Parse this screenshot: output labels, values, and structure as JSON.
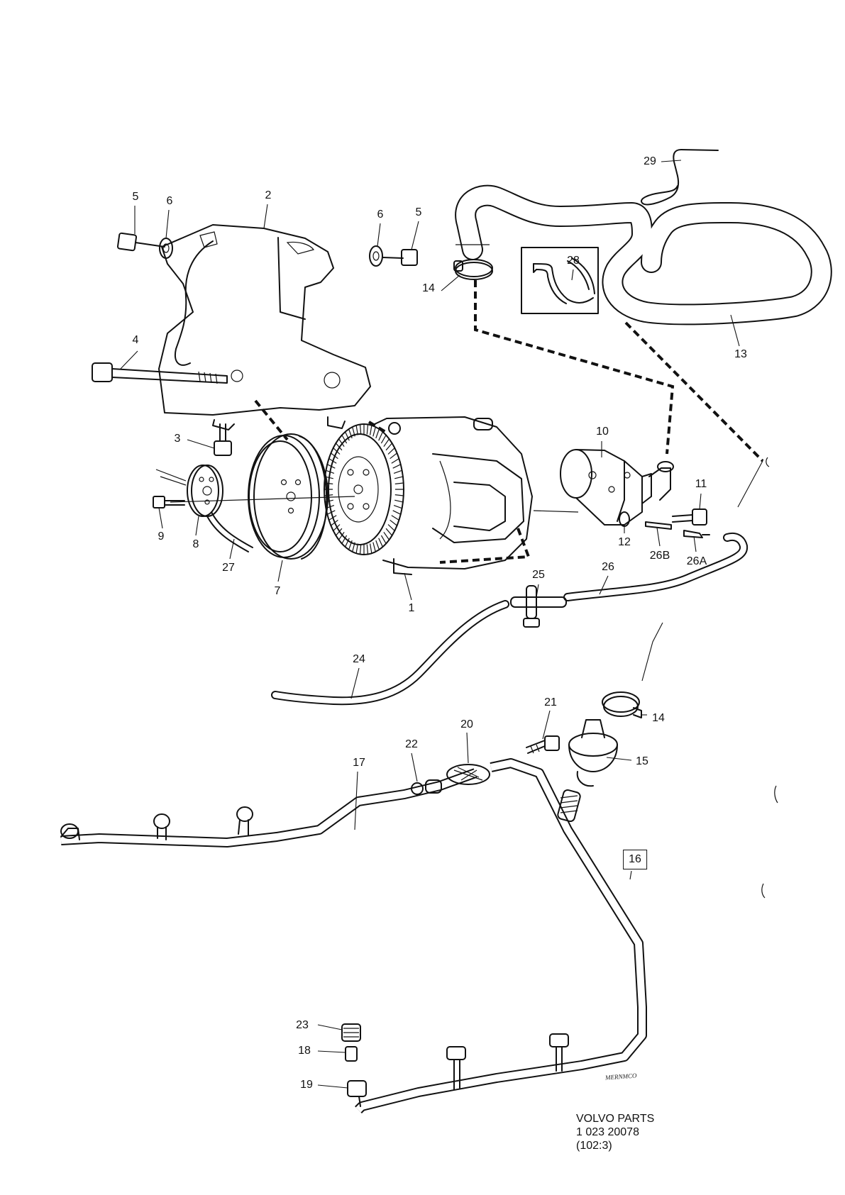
{
  "labels": {
    "p1": "1",
    "p2": "2",
    "p3": "3",
    "p4": "4",
    "p5a": "5",
    "p5b": "5",
    "p6a": "6",
    "p6b": "6",
    "p7": "7",
    "p8": "8",
    "p9": "9",
    "p10": "10",
    "p11": "11",
    "p12": "12",
    "p13": "13",
    "p14a": "14",
    "p14b": "14",
    "p15": "15",
    "p16": "16",
    "p17": "17",
    "p18": "18",
    "p19": "19",
    "p20": "20",
    "p21": "21",
    "p22": "22",
    "p23": "23",
    "p24": "24",
    "p25": "25",
    "p26": "26",
    "p26a": "26A",
    "p26b": "26B",
    "p27": "27",
    "p28": "28",
    "p29": "29"
  },
  "footer": {
    "line1": "VOLVO PARTS",
    "line2": "1 023 20078",
    "line3": "(102:3)"
  },
  "signature": "MERNMCO"
}
